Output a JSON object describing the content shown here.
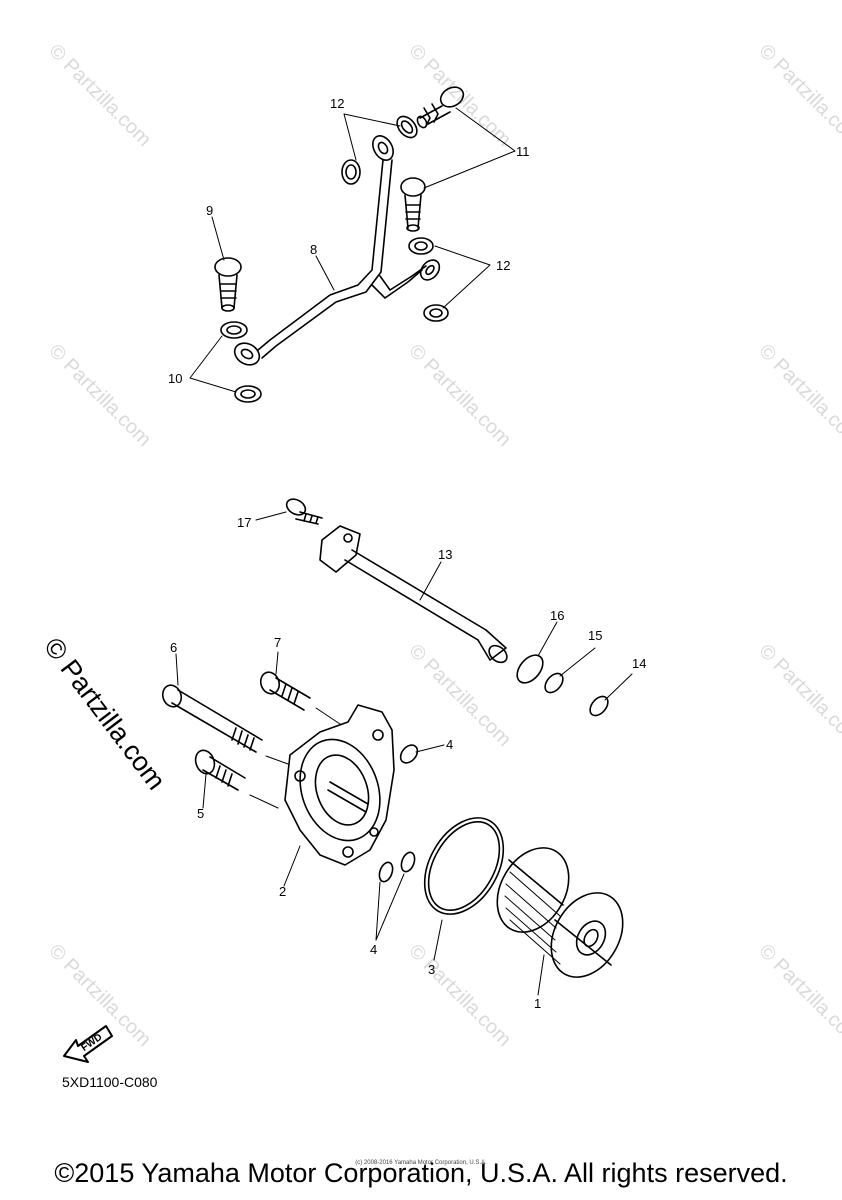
{
  "watermarks": {
    "text": "© Partzilla.com",
    "big_text": "© Partzilla.com"
  },
  "callouts": {
    "c1": "1",
    "c2": "2",
    "c3": "3",
    "c4a": "4",
    "c4b": "4",
    "c5": "5",
    "c6": "6",
    "c7": "7",
    "c8": "8",
    "c9": "9",
    "c10": "10",
    "c11": "11",
    "c12a": "12",
    "c12b": "12",
    "c13": "13",
    "c14": "14",
    "c15": "15",
    "c16": "16",
    "c17": "17"
  },
  "fwd_label": "FWD",
  "diagram_code": "5XD1100-C080",
  "copyright_small": "(c) 2008-2016 Yamaha Motor Corporation, U.S.A.",
  "copyright": "©2015 Yamaha Motor Corporation, U.S.A. All rights reserved."
}
